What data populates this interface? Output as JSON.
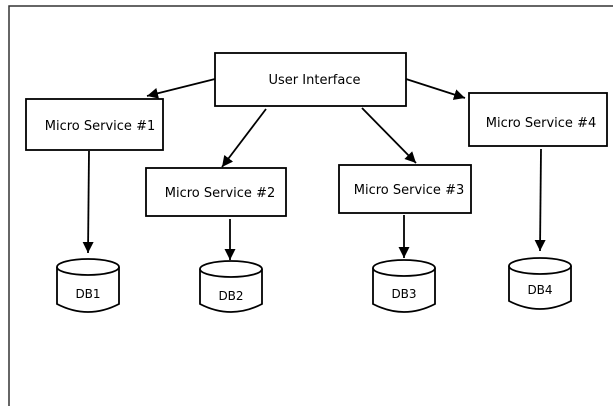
{
  "diagram": {
    "ui": "User Interface",
    "services": [
      "Micro Service #1",
      "Micro Service #2",
      "Micro Service #3",
      "Micro Service #4"
    ],
    "databases": [
      "DB1",
      "DB2",
      "DB3",
      "DB4"
    ],
    "colors": {
      "stroke": "#000000",
      "fill": "#ffffff",
      "frame": "#333333"
    }
  }
}
